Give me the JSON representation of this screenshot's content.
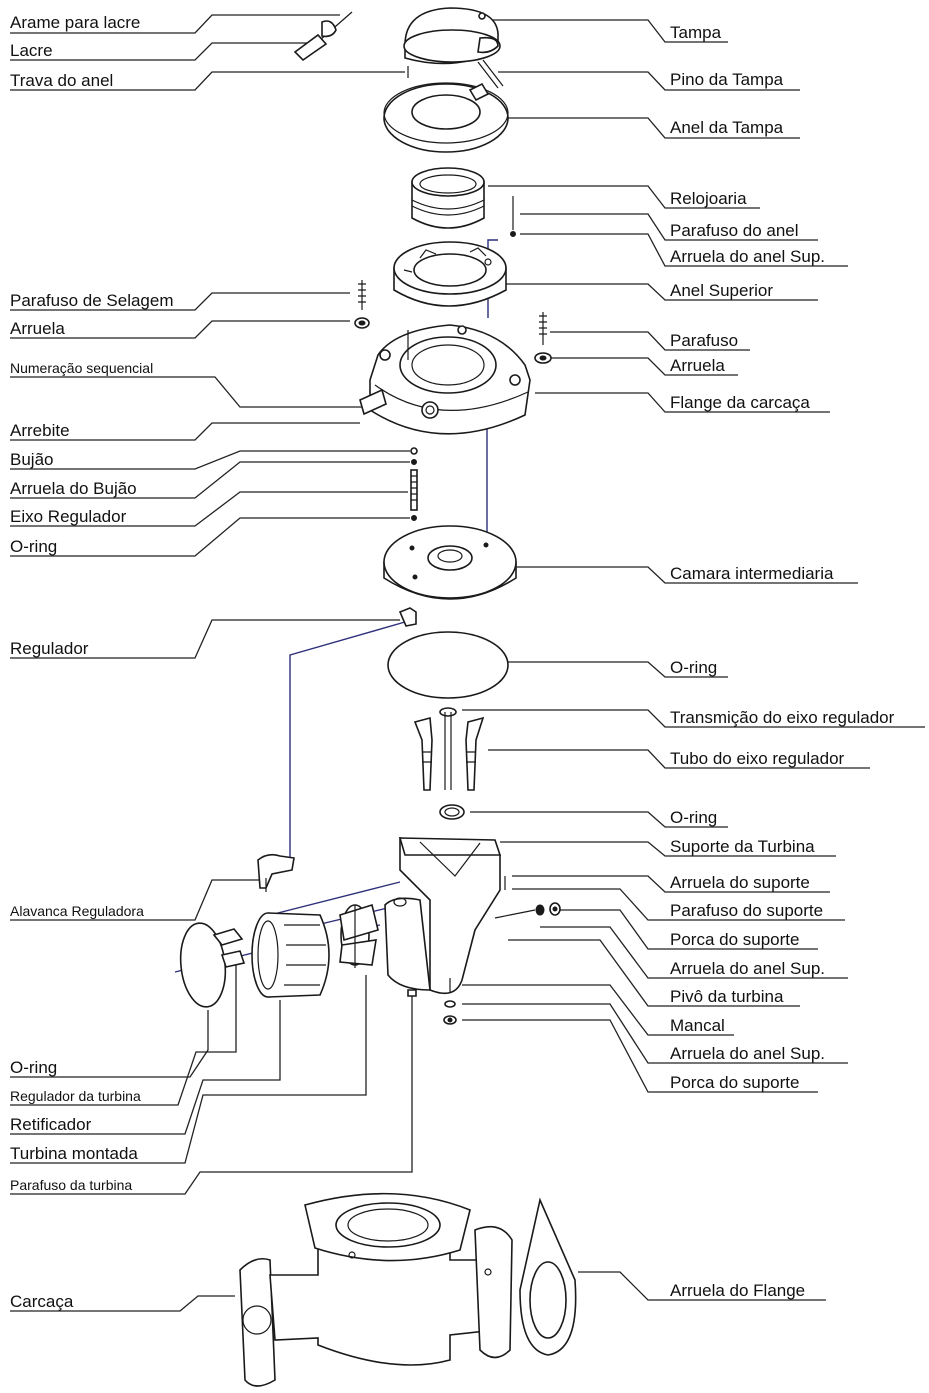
{
  "labels": {
    "left": [
      "Arame para lacre",
      "Lacre",
      "Trava do anel",
      "Parafuso de Selagem",
      "Arruela",
      "Numeração sequencial",
      "Arrebite",
      "Bujão",
      "Arruela do Bujão",
      "Eixo Regulador",
      "O-ring",
      "Regulador",
      "Alavanca Reguladora",
      "O-ring",
      "Regulador da turbina",
      "Retificador",
      "Turbina montada",
      "Parafuso da turbina",
      "Carcaça"
    ],
    "right": [
      "Tampa",
      "Pino da Tampa",
      "Anel da Tampa",
      "Relojoaria",
      "Parafuso do anel",
      "Arruela do anel Sup.",
      "Anel Superior",
      "Parafuso",
      "Arruela",
      "Flange da carcaça",
      "Camara intermediaria",
      "O-ring",
      "Transmição do eixo regulador",
      "Tubo do eixo regulador",
      "O-ring",
      "Suporte da Turbina",
      "Arruela do suporte",
      "Parafuso do suporte",
      "Porca do suporte",
      "Arruela do anel Sup.",
      "Pivô da turbina",
      "Mancal",
      "Arruela do anel Sup.",
      "Porca do suporte",
      "Arruela do Flange"
    ]
  }
}
